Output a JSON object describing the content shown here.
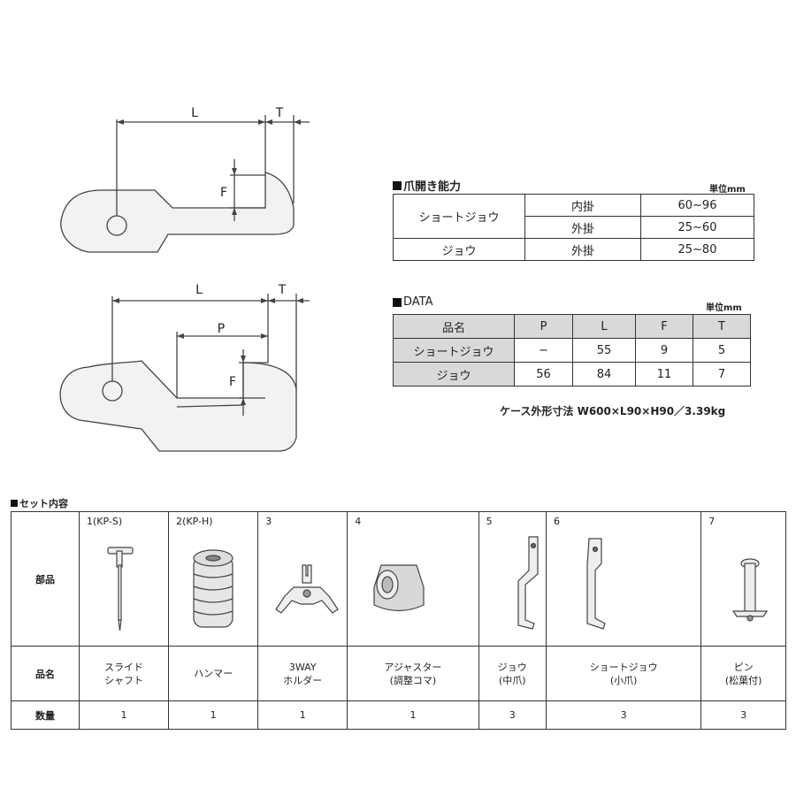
{
  "diagram_labels": {
    "top": {
      "L": "L",
      "T": "T",
      "F": "F"
    },
    "bottom": {
      "L": "L",
      "T": "T",
      "P": "P",
      "F": "F"
    }
  },
  "capacity": {
    "title": "爪開き能力",
    "unit": "単位mm",
    "rows": [
      {
        "name": "ショートジョウ",
        "type": "内掛",
        "range": "60~96"
      },
      {
        "name": "",
        "type": "外掛",
        "range": "25~60"
      },
      {
        "name": "ジョウ",
        "type": "外掛",
        "range": "25~80"
      }
    ]
  },
  "data": {
    "title": "DATA",
    "unit": "単位mm",
    "headers": [
      "品名",
      "P",
      "L",
      "F",
      "T"
    ],
    "rows": [
      [
        "ショートジョウ",
        "−",
        "55",
        "9",
        "5"
      ],
      [
        "ジョウ",
        "56",
        "84",
        "11",
        "7"
      ]
    ],
    "case_size": "ケース外形寸法 W600×L90×H90／3.39kg"
  },
  "set": {
    "title": "セット内容",
    "row_labels": {
      "parts": "部品",
      "name": "品名",
      "qty": "数量"
    },
    "items": [
      {
        "num": "1(KP-S)",
        "name1": "スライド",
        "name2": "シャフト",
        "qty": "1",
        "icon": "slide-shaft-icon"
      },
      {
        "num": "2(KP-H)",
        "name1": "ハンマー",
        "name2": "",
        "qty": "1",
        "icon": "hammer-icon"
      },
      {
        "num": "3",
        "name1": "3WAY",
        "name2": "ホルダー",
        "qty": "1",
        "icon": "3way-holder-icon"
      },
      {
        "num": "4",
        "name1": "アジャスター",
        "name2": "(調整コマ)",
        "qty": "1",
        "icon": "adjuster-icon"
      },
      {
        "num": "5",
        "name1": "ジョウ",
        "name2": "(中爪)",
        "qty": "3",
        "icon": "jaw-icon"
      },
      {
        "num": "6",
        "name1": "ショートジョウ",
        "name2": "(小爪)",
        "qty": "3",
        "icon": "short-jaw-icon"
      },
      {
        "num": "7",
        "name1": "ピン",
        "name2": "(松葉付)",
        "qty": "3",
        "icon": "pin-icon"
      }
    ]
  }
}
